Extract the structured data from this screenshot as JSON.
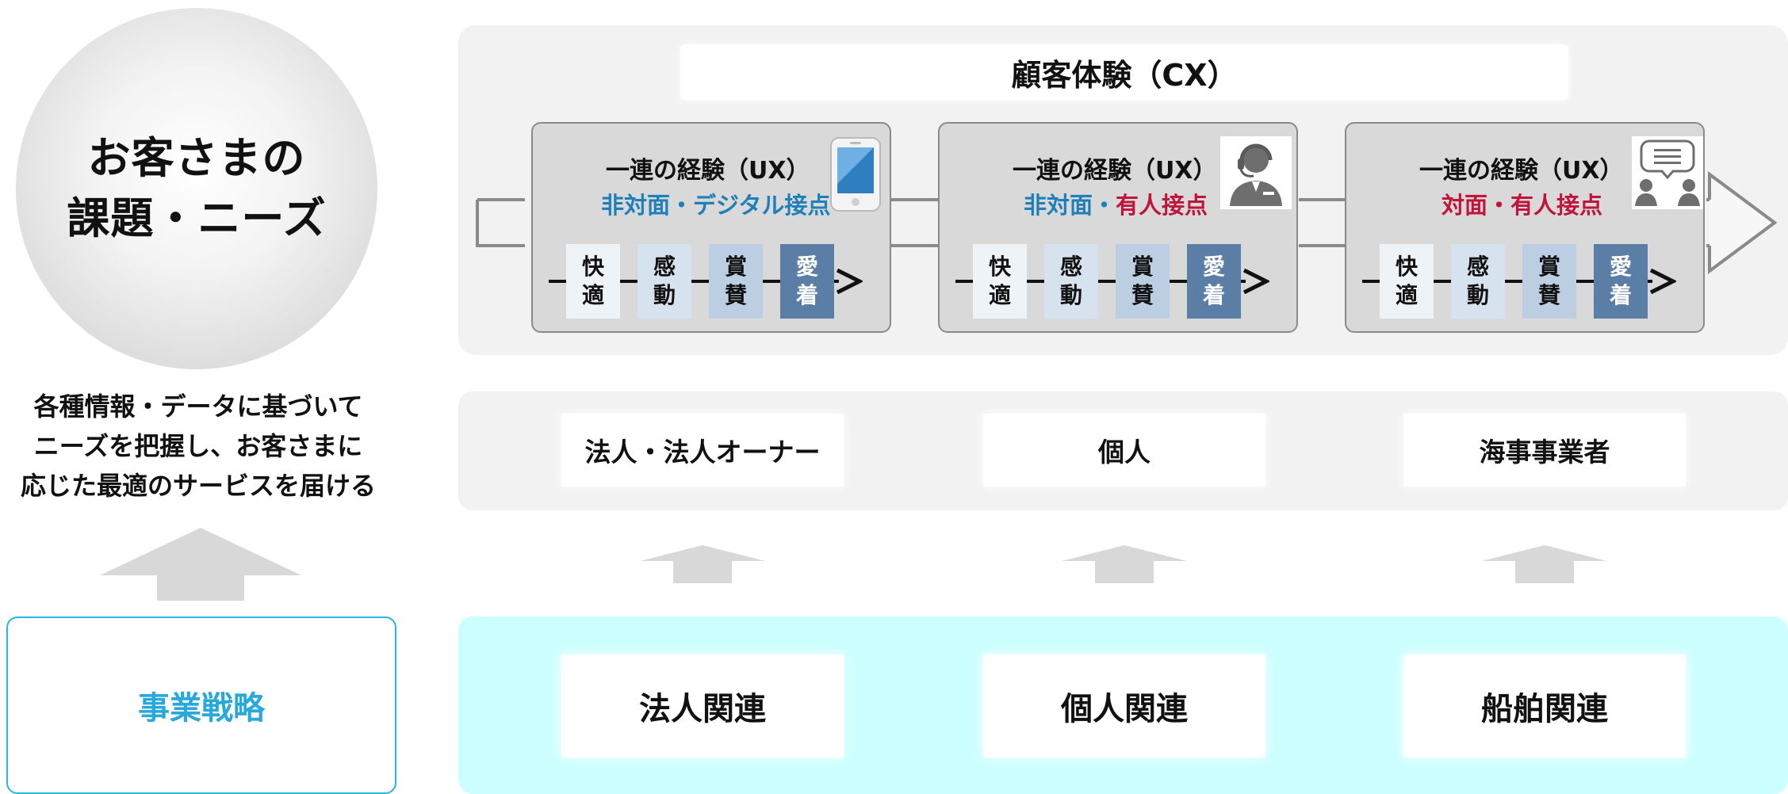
{
  "left": {
    "circle_lines": [
      "お客さまの",
      "課題・ニーズ"
    ],
    "mission_lines": [
      "各種情報・データに基づいて",
      "ニーズを把握し、お客さまに",
      "応じた最適のサービスを届ける"
    ],
    "strategy_label": "事業戦略"
  },
  "cx": {
    "title": "顧客体験（CX）",
    "ux": [
      {
        "title": "一連の経験（UX）",
        "sub_a": "非対面・デジタル接点",
        "sub_b": "",
        "icon": "smartphone-icon",
        "stages": [
          [
            "快",
            "適"
          ],
          [
            "感",
            "動"
          ],
          [
            "賞",
            "賛"
          ],
          [
            "愛",
            "着"
          ]
        ]
      },
      {
        "title": "一連の経験（UX）",
        "sub_a": "非対面・",
        "sub_b": "有人接点",
        "icon": "call-center-operator-icon",
        "stages": [
          [
            "快",
            "適"
          ],
          [
            "感",
            "動"
          ],
          [
            "賞",
            "賛"
          ],
          [
            "愛",
            "着"
          ]
        ]
      },
      {
        "title": "一連の経験（UX）",
        "sub_a": "",
        "sub_b": "対面・有人接点",
        "icon": "face-to-face-conversation-icon",
        "stages": [
          [
            "快",
            "適"
          ],
          [
            "感",
            "動"
          ],
          [
            "賞",
            "賛"
          ],
          [
            "愛",
            "着"
          ]
        ]
      }
    ]
  },
  "segments": [
    "法人・法人オーナー",
    "個人",
    "海事事業者"
  ],
  "businesses": [
    "法人関連",
    "個人関連",
    "船舶関連"
  ],
  "colors": {
    "strategy_accent": "#29a8dc",
    "digital_blue": "#1f7fb8",
    "human_red": "#c0143c",
    "business_panel": "#ccffff",
    "stage_gradient": [
      "#eef3f8",
      "#d6e2ee",
      "#bccfe2",
      "#5a7ea5"
    ]
  }
}
